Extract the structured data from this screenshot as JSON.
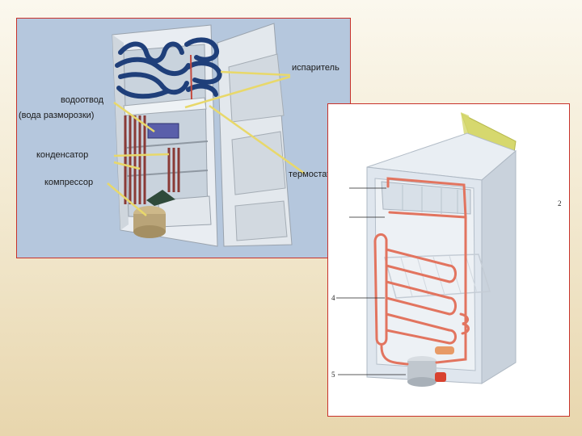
{
  "slide": {
    "background_colors": [
      "#fbf8ee",
      "#e8d6ad"
    ],
    "border_color": "#c8322b"
  },
  "diagram_1": {
    "labels": {
      "evaporator": "испаритель",
      "drain_line_1": "водоотвод",
      "drain_line_2": "(вода разморозки)",
      "condenser": "конденсатор",
      "compressor": "компрессор",
      "thermostat": "термостат"
    },
    "colors": {
      "panel_background": "#b5c7dd",
      "evaporator_tube": "#1f3f7a",
      "callout_line": "#e8d86a",
      "condenser_tube": "#8a3a36"
    }
  },
  "diagram_2": {
    "labels": {
      "n2": "2",
      "n4": "4",
      "n5": "5"
    },
    "colors": {
      "tube": "#e2745f",
      "cabinet": "#dfe6ee",
      "seal": "#d6d86e"
    }
  }
}
